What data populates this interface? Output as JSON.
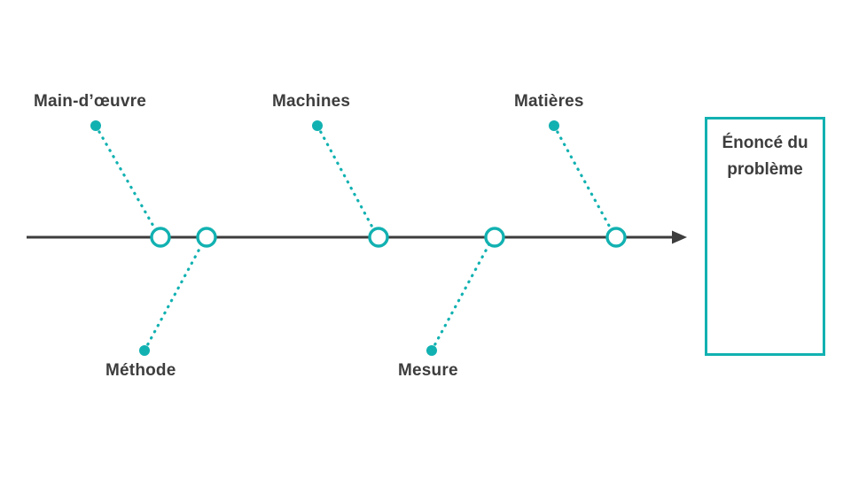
{
  "diagram": {
    "type": "fishbone",
    "problem_box": {
      "label": "Énoncé du problème"
    },
    "branches_top": [
      {
        "label": "Main-d’œuvre"
      },
      {
        "label": "Machines"
      },
      {
        "label": "Matières"
      }
    ],
    "branches_bottom": [
      {
        "label": "Méthode"
      },
      {
        "label": "Mesure"
      }
    ],
    "colors": {
      "accent": "#12b1b1",
      "spine": "#3d3d3d",
      "text": "#3d3d3d",
      "background": "#ffffff"
    }
  }
}
